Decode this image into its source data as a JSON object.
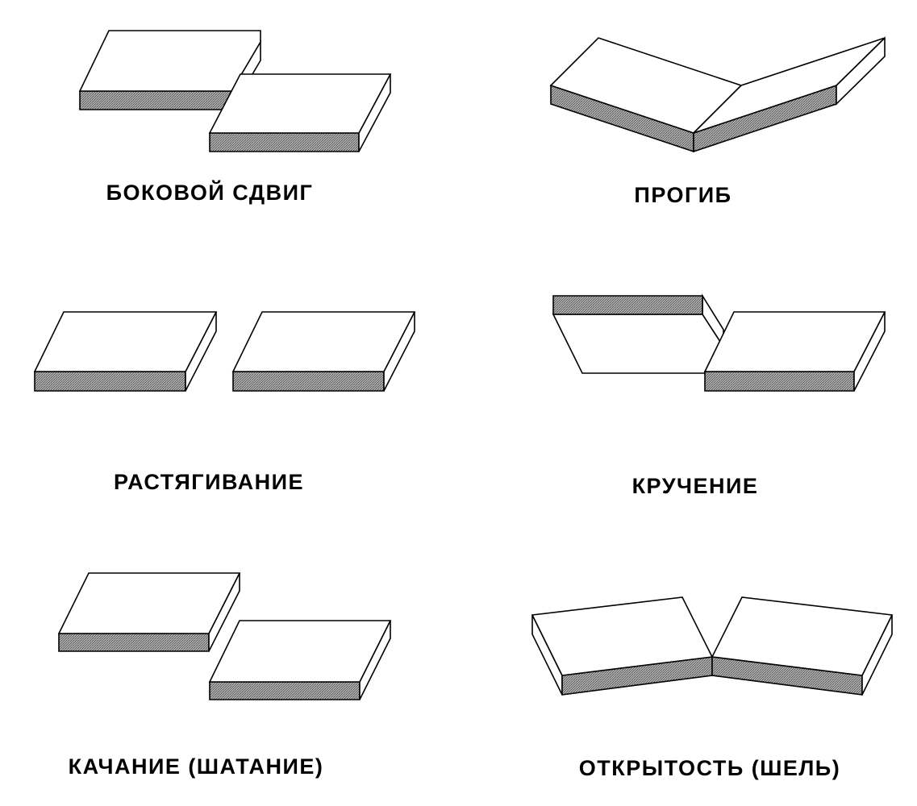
{
  "diagram": {
    "shade_color": "#8c8c8c",
    "outline_color": "#000000",
    "background_color": "#ffffff",
    "panels": [
      {
        "id": "lateral-shift",
        "caption": "БОКОВОЙ СДВИГ"
      },
      {
        "id": "deflection",
        "caption": "ПРОГИБ"
      },
      {
        "id": "stretching",
        "caption": "РАСТЯГИВАНИЕ"
      },
      {
        "id": "torsion",
        "caption": "КРУЧЕНИЕ"
      },
      {
        "id": "rocking",
        "caption": "КАЧАНИЕ (ШАТАНИЕ)"
      },
      {
        "id": "gap",
        "caption": "ОТКРЫТОСТЬ (ШЕЛЬ)"
      }
    ]
  }
}
